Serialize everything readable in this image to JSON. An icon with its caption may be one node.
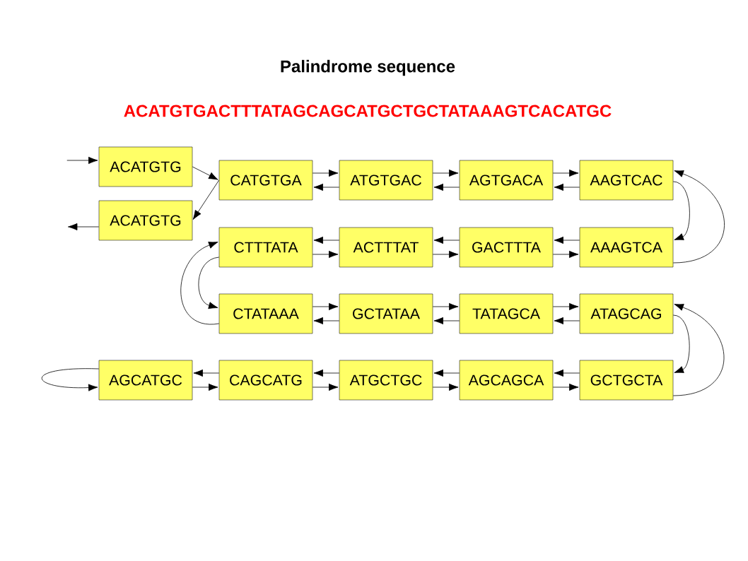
{
  "diagram": {
    "title": "Palindrome sequence",
    "labels": [
      "ACATGTGACTTTATAGCAGCATGCTGCTATAAAGTCACATGC"
    ],
    "nodes": [
      {
        "text": [
          "ACATGTG"
        ]
      },
      {
        "text": [
          "ACATGTG"
        ]
      },
      {
        "text": [
          "CATGTGA"
        ]
      },
      {
        "text": [
          "ATGTGAC"
        ]
      },
      {
        "text": [
          "AGTGACA"
        ]
      },
      {
        "text": [
          "AAGTCAC"
        ]
      },
      {
        "text": [
          "CTTTATA"
        ]
      },
      {
        "text": [
          "ACTTTAT"
        ]
      },
      {
        "text": [
          "GACTTTA"
        ]
      },
      {
        "text": [
          "AAAGTCA"
        ]
      },
      {
        "text": [
          "CTATAAA"
        ]
      },
      {
        "text": [
          "GCTATAA"
        ]
      },
      {
        "text": [
          "TATAGCA"
        ]
      },
      {
        "text": [
          "ATAGCAG"
        ]
      },
      {
        "text": [
          "AGCATGC"
        ]
      },
      {
        "text": [
          "CAGCATG"
        ]
      },
      {
        "text": [
          "ATGCTGC"
        ]
      },
      {
        "text": [
          "AGCAGCA"
        ]
      },
      {
        "text": [
          "GCTGCTA"
        ]
      }
    ],
    "edges": [
      {
        "from": null,
        "to": 0,
        "arrow": "to"
      },
      {
        "from": 0,
        "to": 2,
        "arrow": "to"
      },
      {
        "from": 2,
        "to": 1,
        "arrow": "to"
      },
      {
        "from": 1,
        "to": null,
        "arrow": "to"
      },
      {
        "from": 2,
        "to": 3,
        "arrow": "to"
      },
      {
        "from": 3,
        "to": 2,
        "arrow": "to"
      },
      {
        "from": 3,
        "to": 4,
        "arrow": "to"
      },
      {
        "from": 4,
        "to": 3,
        "arrow": "to"
      },
      {
        "from": 4,
        "to": 5,
        "arrow": "to"
      },
      {
        "from": 5,
        "to": 4,
        "arrow": "to"
      },
      {
        "from": 5,
        "to": 9,
        "arrow": "to"
      },
      {
        "from": 9,
        "to": 5,
        "arrow": "to"
      },
      {
        "from": 9,
        "to": 8,
        "arrow": "to"
      },
      {
        "from": 8,
        "to": 9,
        "arrow": "to"
      },
      {
        "from": 8,
        "to": 7,
        "arrow": "to"
      },
      {
        "from": 7,
        "to": 8,
        "arrow": "to"
      },
      {
        "from": 7,
        "to": 6,
        "arrow": "to"
      },
      {
        "from": 6,
        "to": 7,
        "arrow": "to"
      },
      {
        "from": 6,
        "to": 10,
        "arrow": "to"
      },
      {
        "from": 10,
        "to": 6,
        "arrow": "to"
      },
      {
        "from": 10,
        "to": 11,
        "arrow": "to"
      },
      {
        "from": 11,
        "to": 10,
        "arrow": "to"
      },
      {
        "from": 11,
        "to": 12,
        "arrow": "to"
      },
      {
        "from": 12,
        "to": 11,
        "arrow": "to"
      },
      {
        "from": 12,
        "to": 13,
        "arrow": "to"
      },
      {
        "from": 13,
        "to": 12,
        "arrow": "to"
      },
      {
        "from": 13,
        "to": 18,
        "arrow": "to"
      },
      {
        "from": 18,
        "to": 13,
        "arrow": "to"
      },
      {
        "from": 18,
        "to": 17,
        "arrow": "to"
      },
      {
        "from": 17,
        "to": 18,
        "arrow": "to"
      },
      {
        "from": 17,
        "to": 16,
        "arrow": "to"
      },
      {
        "from": 16,
        "to": 17,
        "arrow": "to"
      },
      {
        "from": 16,
        "to": 15,
        "arrow": "to"
      },
      {
        "from": 15,
        "to": 16,
        "arrow": "to"
      },
      {
        "from": 15,
        "to": 14,
        "arrow": "to"
      },
      {
        "from": 14,
        "to": 15,
        "arrow": "to"
      },
      {
        "from": 14,
        "to": 14,
        "arrow": "to"
      }
    ]
  }
}
